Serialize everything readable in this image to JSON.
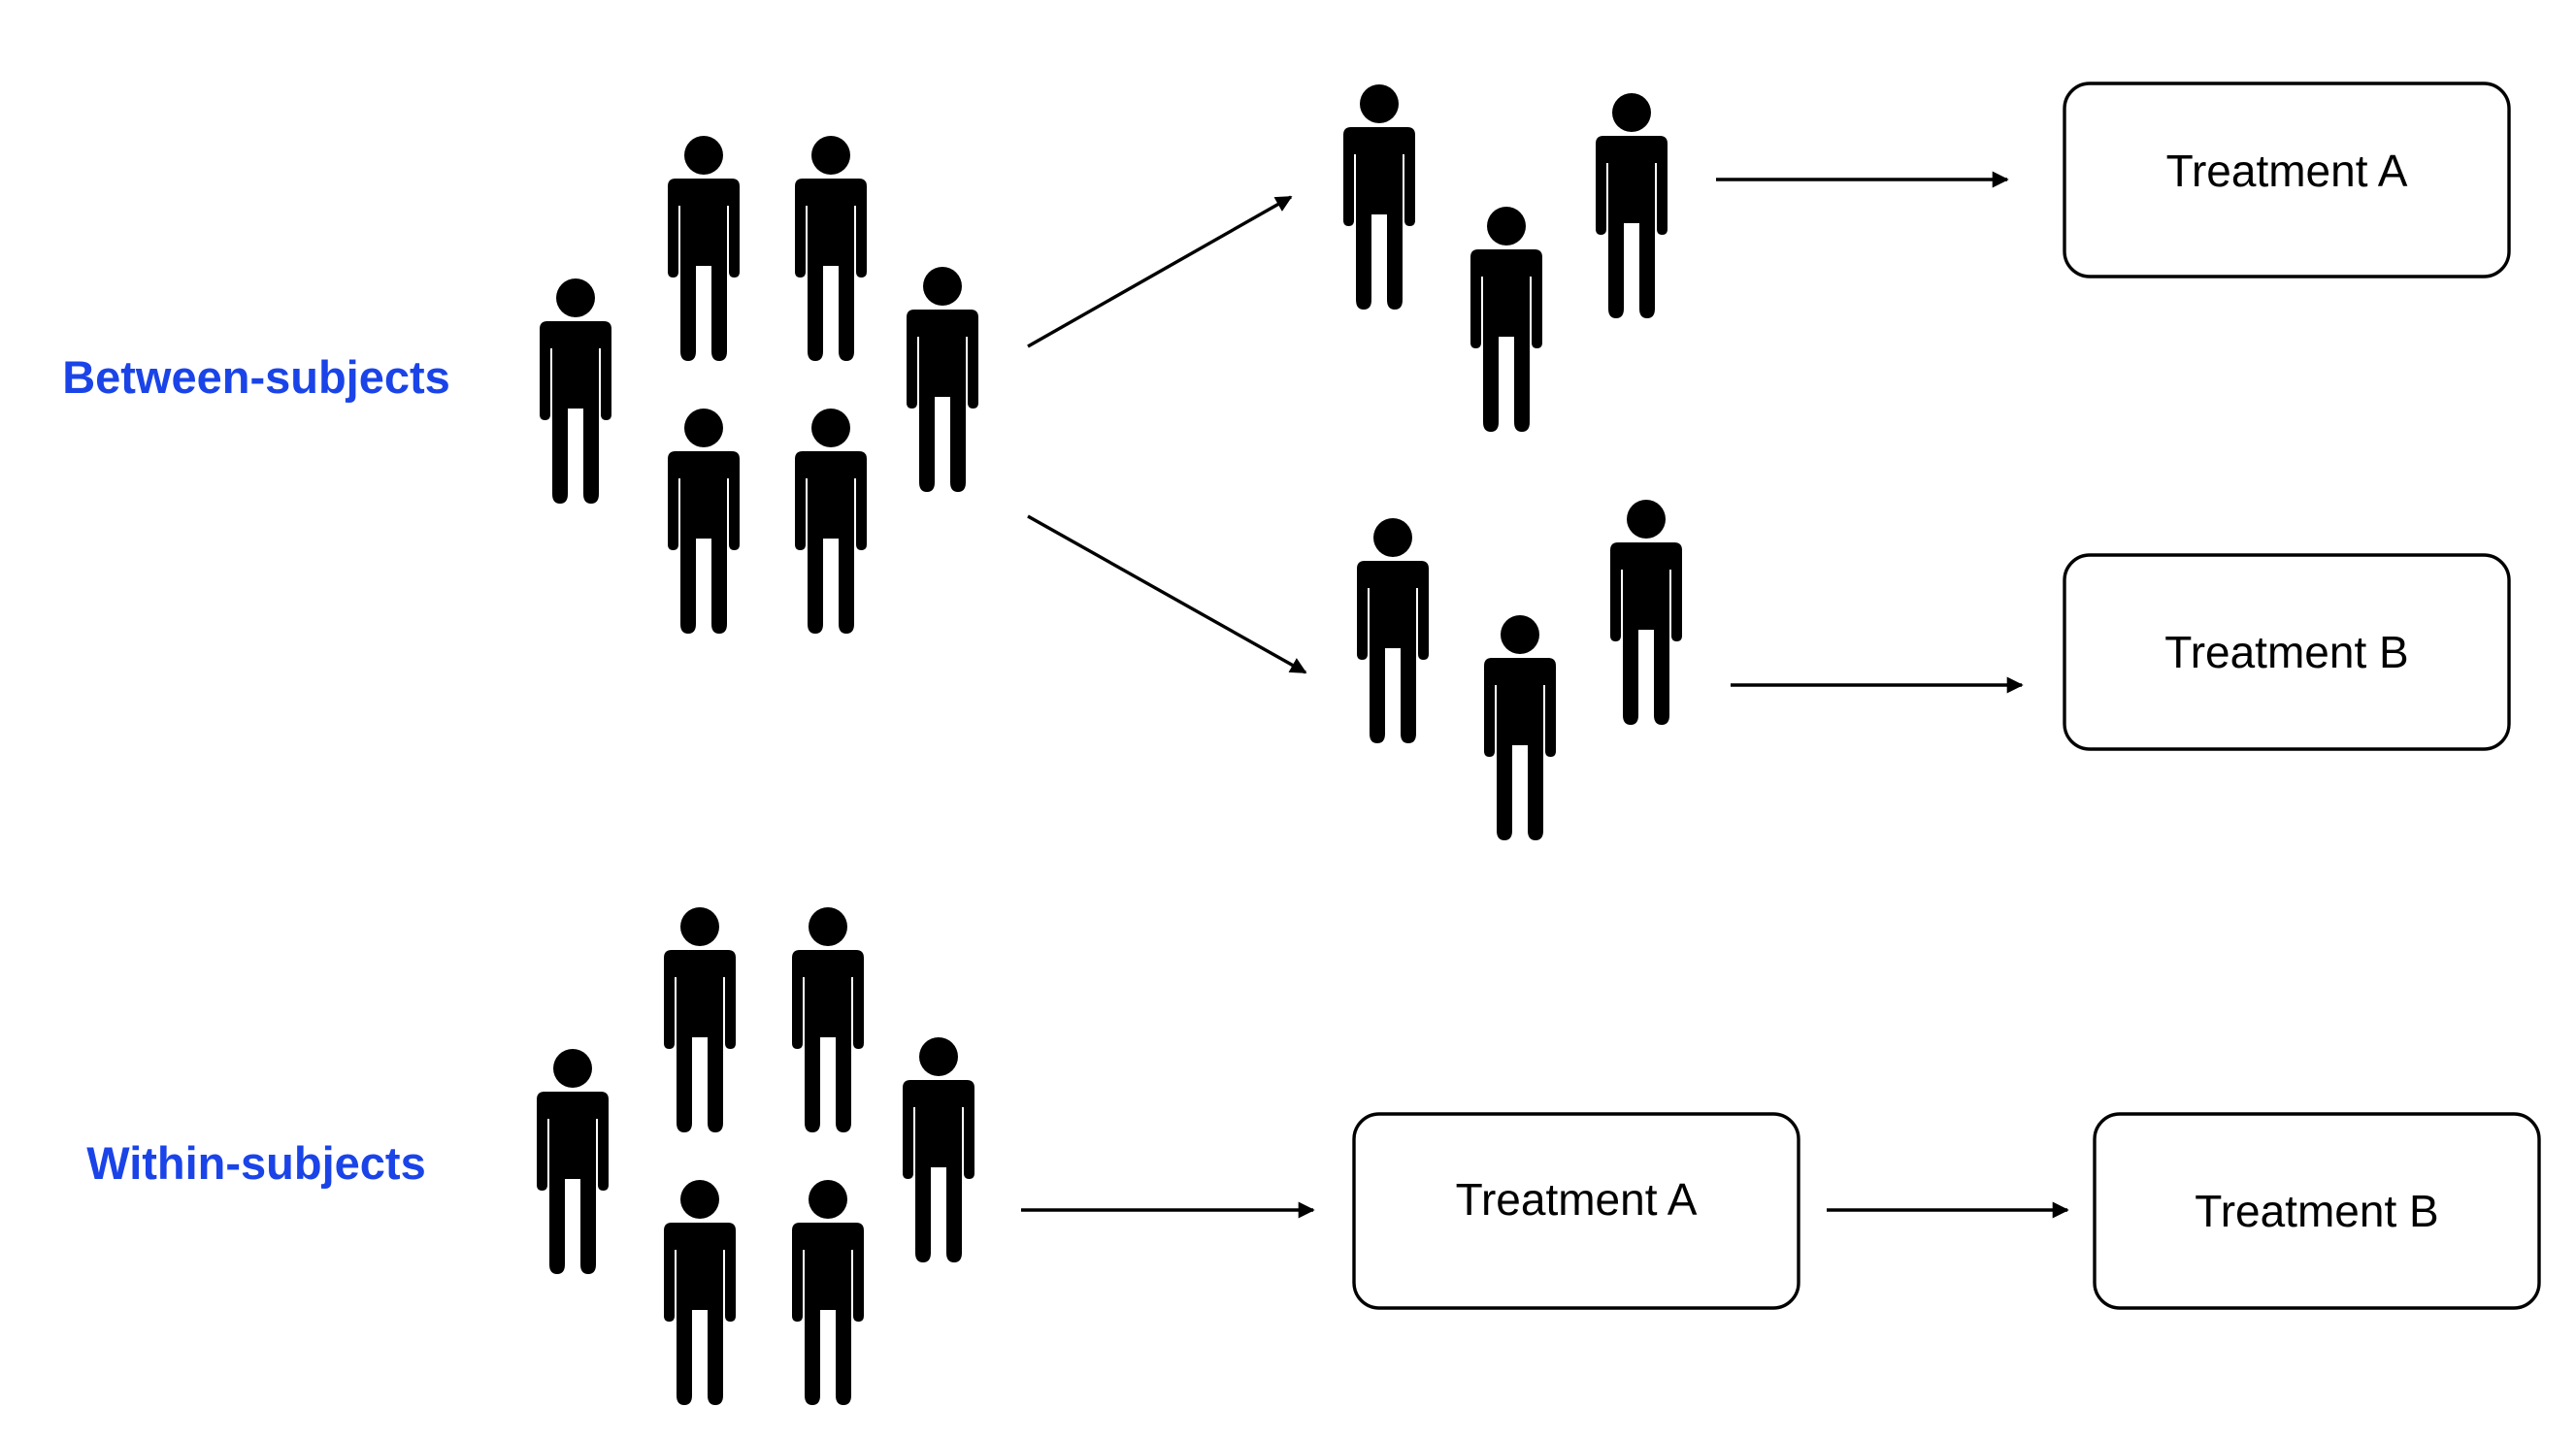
{
  "colors": {
    "label": "#1a44e8",
    "figure": "#000000",
    "box_border": "#000000",
    "background": "#ffffff"
  },
  "icons": {
    "person": "person-icon",
    "arrow": "arrow-right"
  },
  "between": {
    "label": "Between-subjects",
    "group_a_treatment": "Treatment A",
    "group_b_treatment": "Treatment B"
  },
  "within": {
    "label": "Within-subjects",
    "first_treatment": "Treatment A",
    "second_treatment": "Treatment B"
  }
}
